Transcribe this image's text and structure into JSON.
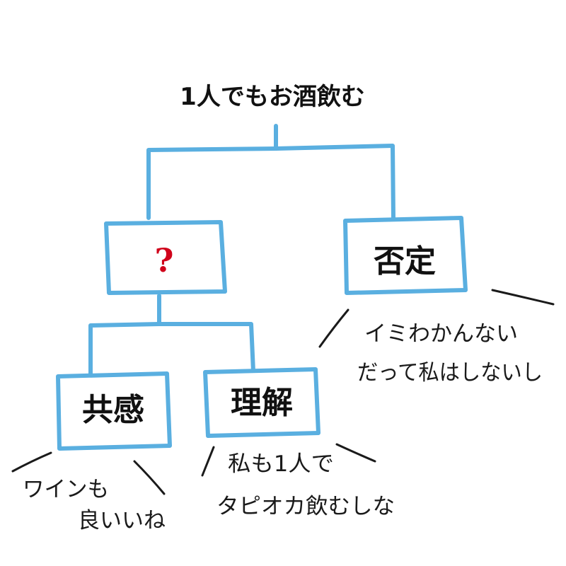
{
  "root": {
    "label": "1人でもお酒飲む"
  },
  "nodes": {
    "unknown": {
      "label": "?",
      "color": "#d0021b"
    },
    "denial": {
      "label": "否定"
    },
    "empathy": {
      "label": "共感"
    },
    "understanding": {
      "label": "理解"
    }
  },
  "comments": {
    "denial": {
      "line1": "イミわかんない",
      "line2": "だって私はしないし"
    },
    "empathy": {
      "line1": "ワインも",
      "line2": "良いいね"
    },
    "understanding": {
      "line1": "私も1人で",
      "line2": "タピオカ飲むしな"
    }
  },
  "colors": {
    "connector": "#5aafe0",
    "text": "#111111",
    "question": "#d0021b"
  }
}
